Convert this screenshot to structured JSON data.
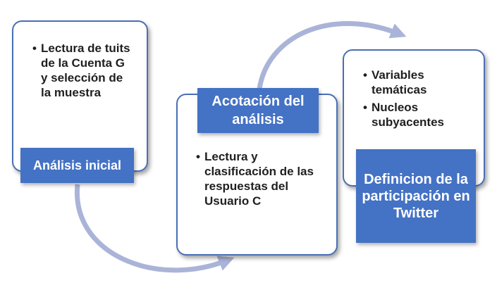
{
  "stages": [
    {
      "label": "Análisis inicial",
      "bullets": [
        "Lectura de tuits de la Cuenta G y selección de la muestra"
      ]
    },
    {
      "label": "Acotación del análisis",
      "bullets": [
        "Lectura y clasificación de las respuestas del Usuario C"
      ]
    },
    {
      "label": "Definicion de la participación en Twitter",
      "bullets": [
        "Variables temáticas",
        "Nucleos subyacentes"
      ]
    }
  ],
  "colors": {
    "label_fill": "#4472c4",
    "box_border": "#4a6fb6",
    "arrow": "#aab4d8"
  }
}
